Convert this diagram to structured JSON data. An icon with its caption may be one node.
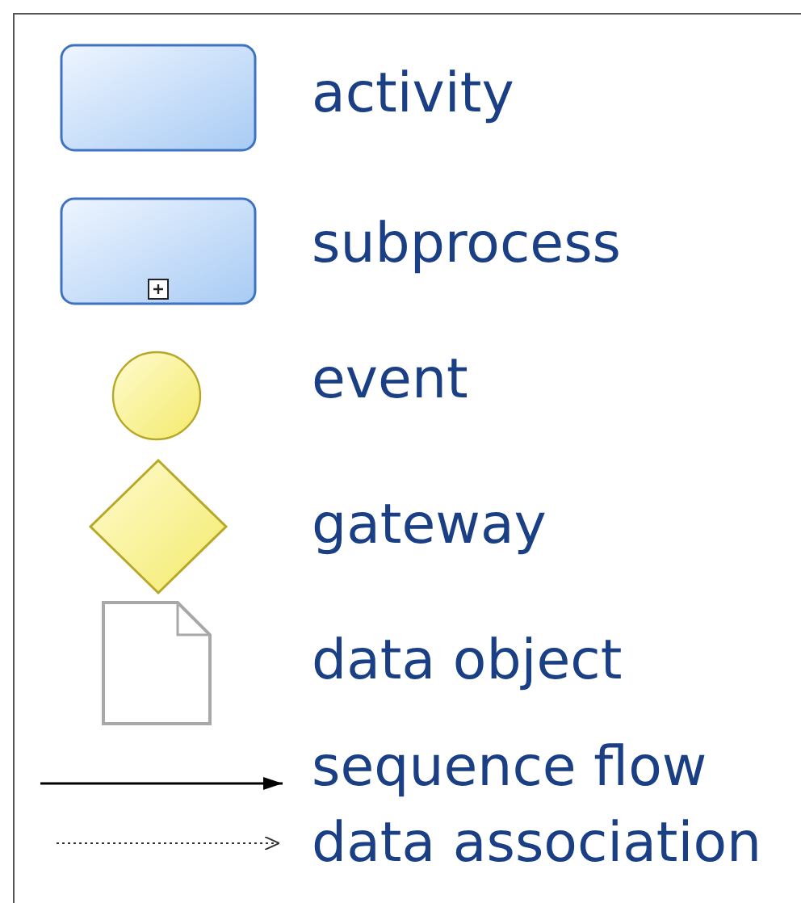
{
  "diagram": {
    "legend": [
      {
        "text": "activity"
      },
      {
        "text": "subprocess"
      },
      {
        "text": "event"
      },
      {
        "text": "gateway"
      },
      {
        "text": "data object"
      },
      {
        "text": "sequence flow"
      },
      {
        "text": "data association"
      }
    ]
  }
}
